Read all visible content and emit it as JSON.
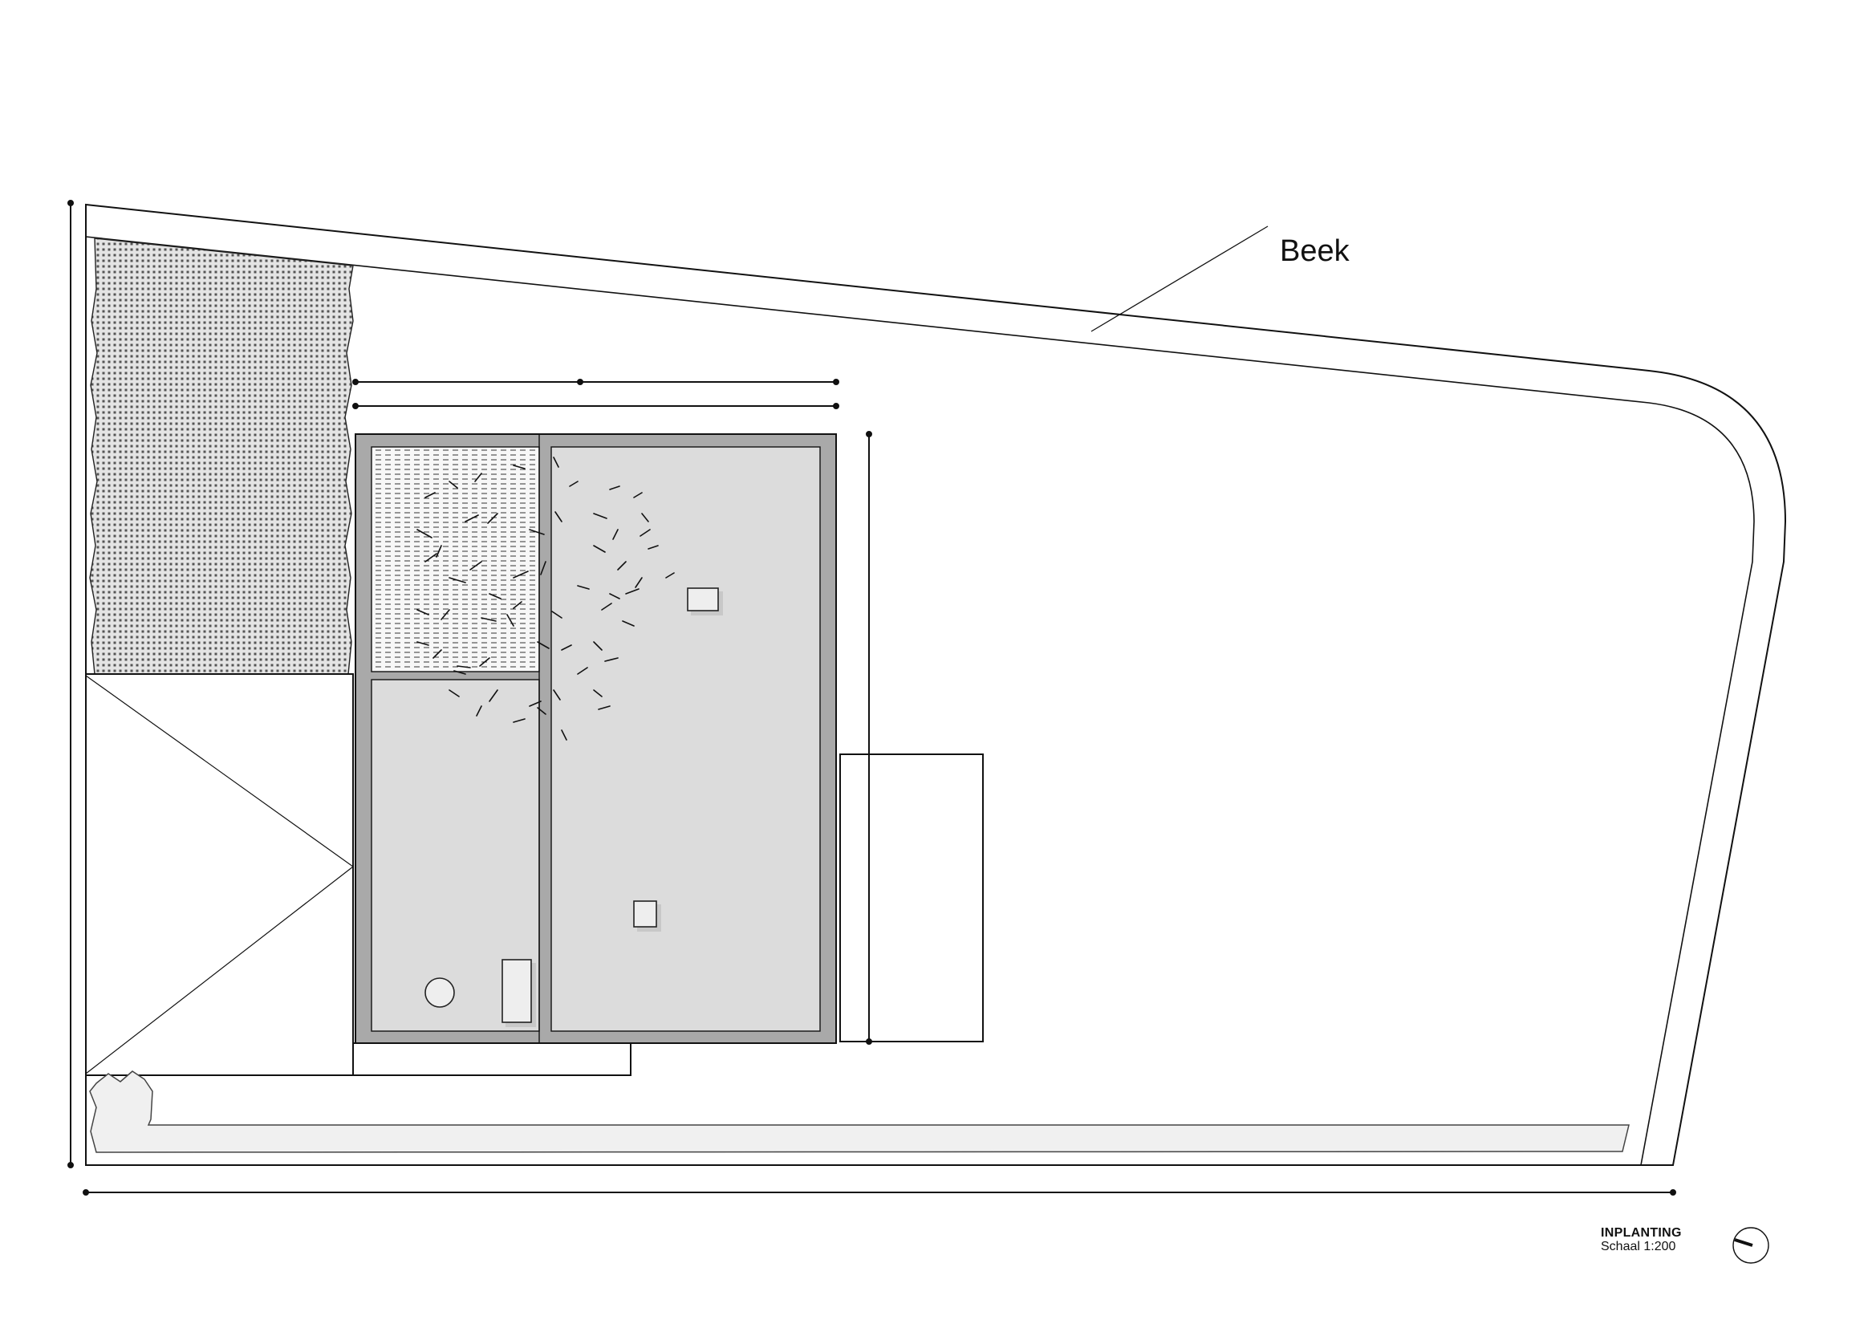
{
  "drawing": {
    "type": "site plan",
    "title": "INPLANTING",
    "scale": "Schaal 1:200",
    "annotations": [
      {
        "id": "stream",
        "label": "Beek"
      }
    ],
    "north_arrow": {
      "icon": "north-arrow-icon"
    },
    "elements": [
      {
        "id": "lot-boundary",
        "description": "plot outline with curved corner"
      },
      {
        "id": "stream-bank",
        "description": "parallel line along top and right edge"
      },
      {
        "id": "hedge-dotted",
        "description": "dotted planting area, top-left"
      },
      {
        "id": "carport-triangle",
        "description": "rectangle with chevron lines, left"
      },
      {
        "id": "building",
        "description": "two-volume flat roof, grey parapet"
      },
      {
        "id": "courtyard",
        "description": "hatched patio with tree"
      },
      {
        "id": "annex",
        "description": "rectangular extension right of building"
      },
      {
        "id": "terrace",
        "description": "strip below building"
      },
      {
        "id": "hedge-bottom",
        "description": "L-shaped planting along bottom edge"
      },
      {
        "id": "skylights",
        "count": 3
      },
      {
        "id": "round-vent",
        "count": 1
      }
    ],
    "colors": {
      "line": "#111111",
      "parapet": "#a9a9a9",
      "roof": "#dcdcdc",
      "skylight": "#eeeeee",
      "hedge_fill": "#f0f0f0",
      "dots": "#555555"
    }
  }
}
